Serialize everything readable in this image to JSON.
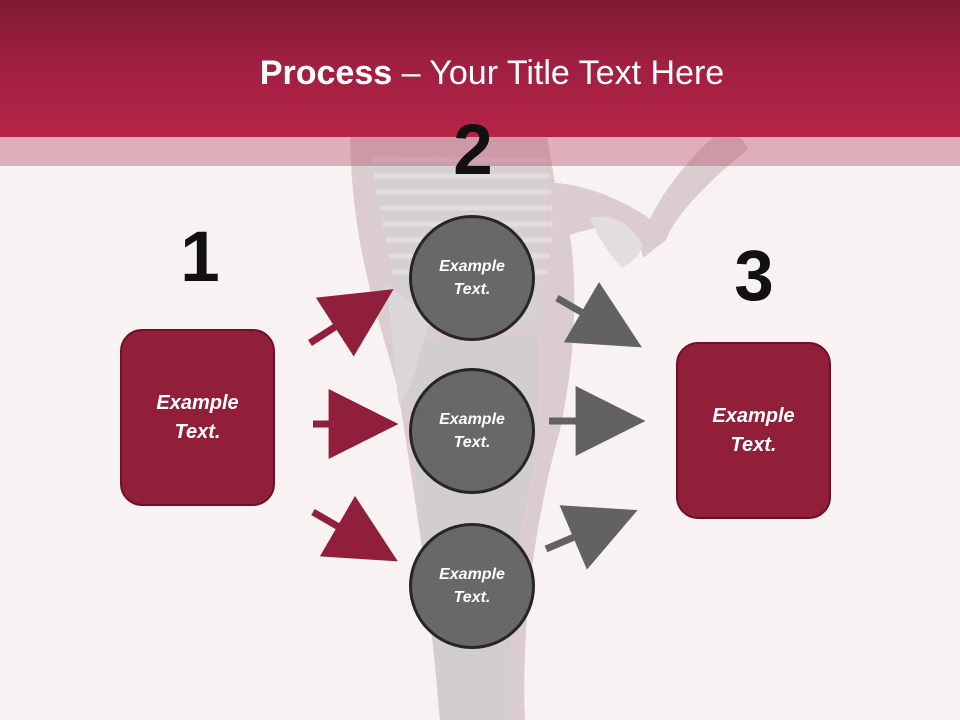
{
  "slide": {
    "title_strong": "Process",
    "title_rest": " – Your Title Text Here",
    "numbers": [
      "1",
      "2",
      "3"
    ],
    "left_box": {
      "text": "Example\nText."
    },
    "middle_circles": [
      {
        "text": "Example\nText."
      },
      {
        "text": "Example\nText."
      },
      {
        "text": "Example\nText."
      }
    ],
    "right_box": {
      "text": "Example\nText."
    }
  },
  "colors": {
    "title_bar": "#9f1f42",
    "red_arrow": "#8f1f3b",
    "gray_arrow": "#626262",
    "box_fill": "#921f3a",
    "circle_fill": "#686868"
  }
}
